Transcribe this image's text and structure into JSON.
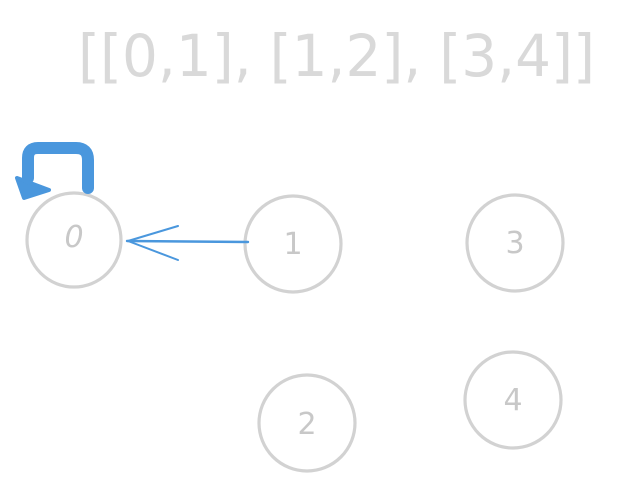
{
  "title": "[[0,1], [1,2], [3,4]]",
  "colors": {
    "background": "#ffffff",
    "node_stroke": "#d2d2d2",
    "label": "#c8c8c8",
    "title": "#d9d9d9",
    "accent": "#4a97dd"
  },
  "nodes": [
    {
      "id": "0",
      "label": "0"
    },
    {
      "id": "1",
      "label": "1"
    },
    {
      "id": "2",
      "label": "2"
    },
    {
      "id": "3",
      "label": "3"
    },
    {
      "id": "4",
      "label": "4"
    }
  ],
  "edges": [
    {
      "from": "1",
      "to": "0",
      "kind": "arrow"
    },
    {
      "from": "0",
      "to": "0",
      "kind": "self-loop"
    }
  ]
}
